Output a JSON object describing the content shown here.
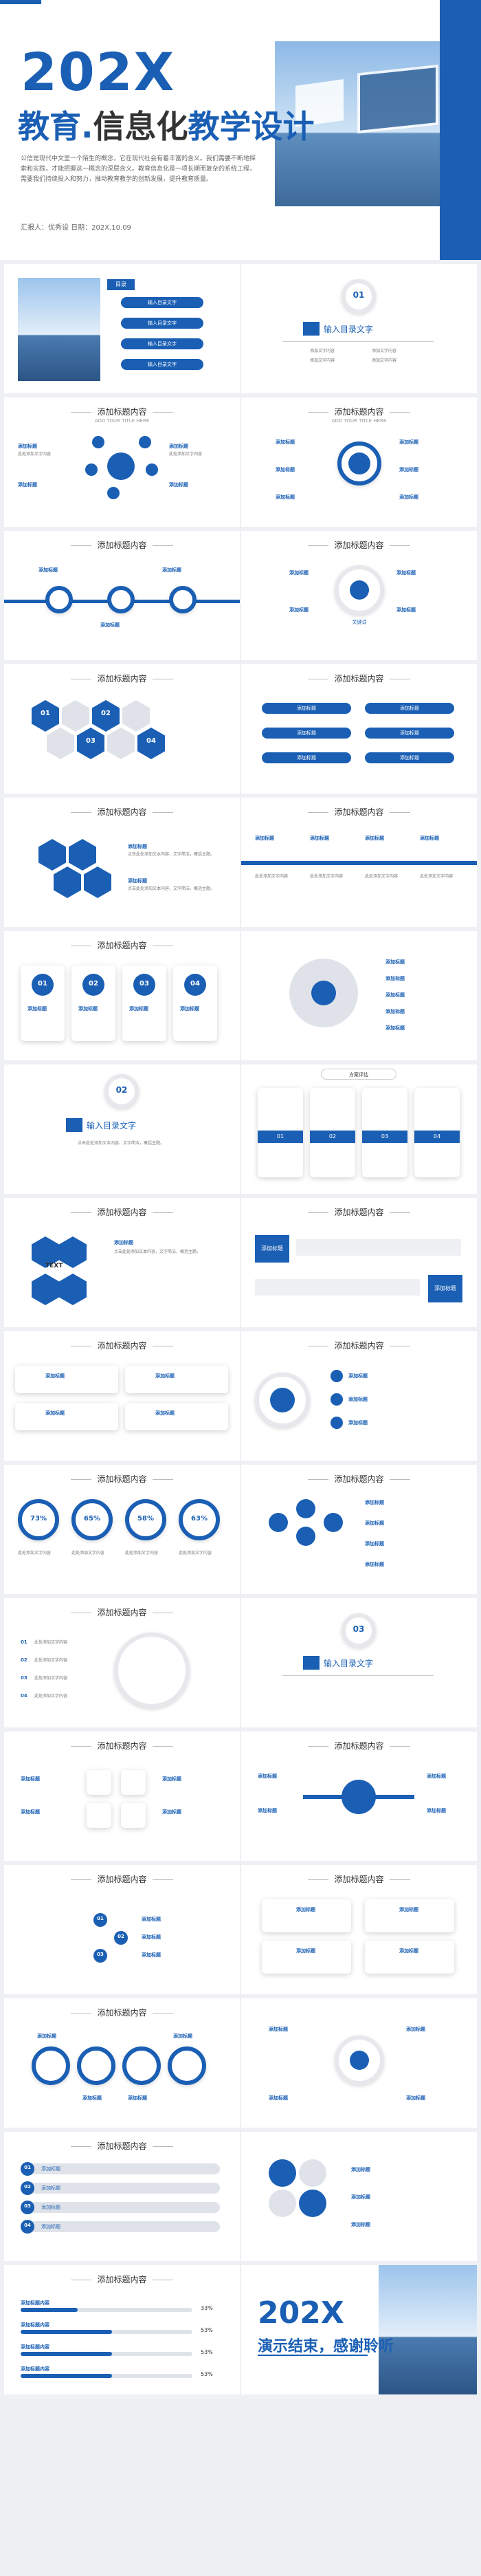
{
  "cover": {
    "year": "202X",
    "title_blue": "教育.",
    "title_dark": "信息化",
    "title_rest": "教学设计",
    "body": "公信是现代中文里一个陌生的概念，它在现代社会有着丰富的含义。我们需要不断地探索和实践，才能把握这一概念的深层含义。教育信息化是一项长期而复杂的系统工程，需要我们持续投入和努力，推动教育教学的创新发展，提升教育质量。",
    "meta": "汇报人：优秀设   日期：202X.10.09"
  },
  "toc": {
    "heading": "目录",
    "items": [
      "输入目录文字",
      "输入目录文字",
      "输入目录文字",
      "输入目录文字"
    ]
  },
  "section": {
    "number": "01",
    "title": "输入目录文字",
    "points": [
      "添加文字内容",
      "添加文字内容",
      "添加文字内容",
      "添加文字内容"
    ]
  },
  "common": {
    "slide_title": "添加标题内容",
    "subtitle": "ADD YOUR TITLE HERE",
    "item_title": "添加标题",
    "item_text": "此处添加文字内容",
    "body_text": "点击此处添加文本内容，文字简洁，概括主题。",
    "text_label": "TEXT",
    "plan_label": "方案评估",
    "section2_number": "02",
    "section3_number": "03",
    "keyword": "关键词"
  },
  "numbers": [
    "01",
    "02",
    "03",
    "04"
  ],
  "percents": [
    "73%",
    "65%",
    "58%",
    "63%"
  ],
  "bars": [
    {
      "label": "添加标题内容",
      "value": "33%",
      "fill": 0.33
    },
    {
      "label": "添加标题内容",
      "value": "53%",
      "fill": 0.53
    },
    {
      "label": "添加标题内容",
      "value": "53%",
      "fill": 0.53
    },
    {
      "label": "添加标题内容",
      "value": "53%",
      "fill": 0.53
    }
  ],
  "ending": {
    "year": "202X",
    "title": "演示结束，感谢聆听"
  },
  "colors": {
    "accent": "#1a5fb4",
    "light": "#e6e8ec"
  }
}
